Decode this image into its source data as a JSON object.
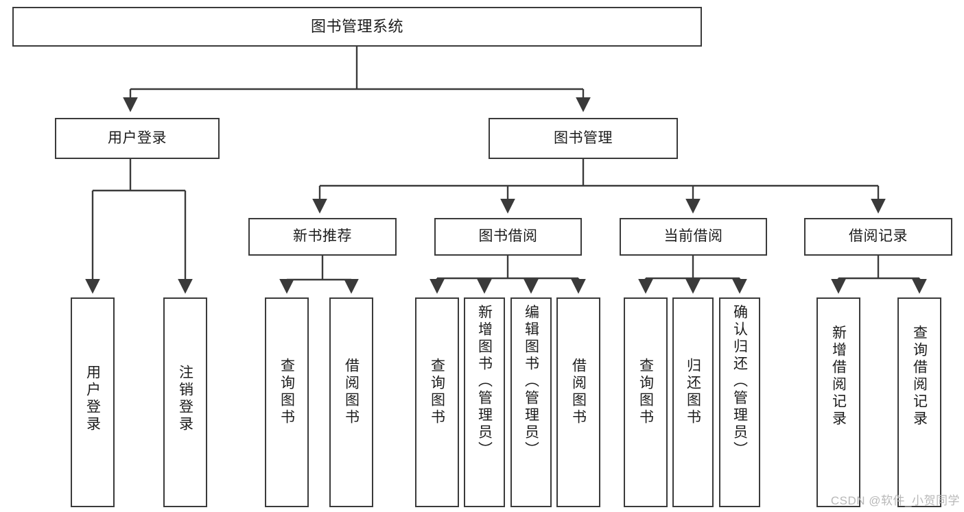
{
  "diagram": {
    "title": "图书管理系统",
    "watermark": "CSDN @软件_小贺同学",
    "colors": {
      "stroke": "#3a3a3a",
      "fill": "#ffffff",
      "text": "#1c1c1c",
      "watermark": "#b8b8b8"
    },
    "nodes": {
      "root": {
        "label": "图书管理系统"
      },
      "level1": [
        {
          "id": "user-login",
          "label": "用户登录"
        },
        {
          "id": "book-management",
          "label": "图书管理"
        }
      ],
      "level2": [
        {
          "id": "new-book-recommend",
          "label": "新书推荐"
        },
        {
          "id": "book-borrow",
          "label": "图书借阅"
        },
        {
          "id": "current-borrow",
          "label": "当前借阅"
        },
        {
          "id": "borrow-record",
          "label": "借阅记录"
        }
      ],
      "leaves": [
        {
          "id": "leaf-user-login",
          "label": "用户登录",
          "parent": "user-login"
        },
        {
          "id": "leaf-logout-login",
          "label": "注销登录",
          "parent": "user-login"
        },
        {
          "id": "leaf-query-book-1",
          "label": "查询图书",
          "parent": "new-book-recommend"
        },
        {
          "id": "leaf-borrow-book-1",
          "label": "借阅图书",
          "parent": "new-book-recommend"
        },
        {
          "id": "leaf-query-book-2",
          "label": "查询图书",
          "parent": "book-borrow"
        },
        {
          "id": "leaf-add-book",
          "label": "新增图书（管理员）",
          "parent": "book-borrow"
        },
        {
          "id": "leaf-edit-book",
          "label": "编辑图书（管理员）",
          "parent": "book-borrow"
        },
        {
          "id": "leaf-borrow-book-2",
          "label": "借阅图书",
          "parent": "book-borrow"
        },
        {
          "id": "leaf-query-book-3",
          "label": "查询图书",
          "parent": "current-borrow"
        },
        {
          "id": "leaf-return-book",
          "label": "归还图书",
          "parent": "current-borrow"
        },
        {
          "id": "leaf-confirm-return",
          "label": "确认归还（管理员）",
          "parent": "current-borrow"
        },
        {
          "id": "leaf-add-record",
          "label": "新增借阅记录",
          "parent": "borrow-record"
        },
        {
          "id": "leaf-query-record",
          "label": "查询借阅记录",
          "parent": "borrow-record"
        }
      ]
    }
  }
}
